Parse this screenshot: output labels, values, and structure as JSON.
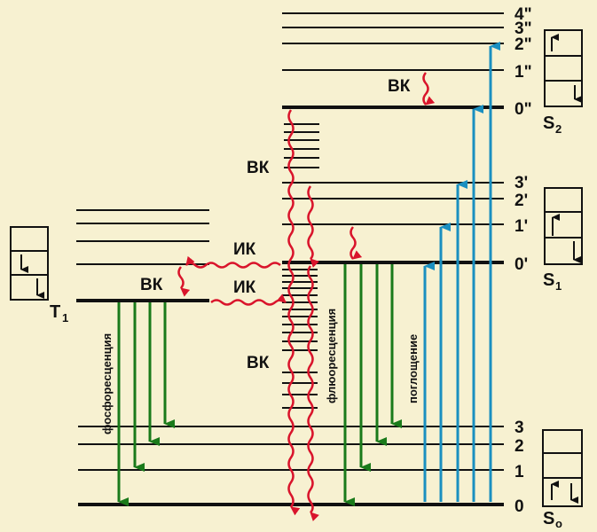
{
  "colors": {
    "background": "#f7f1d1",
    "level": "#111111",
    "nonradiative": "#d9142b",
    "emission": "#1a7a1a",
    "absorption": "#1a8fc0"
  },
  "labels": {
    "vk": "ВК",
    "ik": "ИК",
    "fluorescence": "флюоресценция",
    "phosphorescence": "фосфоресценция",
    "absorption": "поглощение"
  },
  "states": {
    "s0": {
      "name": "S",
      "sub": "o"
    },
    "s1": {
      "name": "S",
      "sub": "1"
    },
    "s2": {
      "name": "S",
      "sub": "2"
    },
    "t1": {
      "name": "T",
      "sub": "1"
    }
  },
  "levels": {
    "s0": [
      "0",
      "1",
      "2",
      "3"
    ],
    "s1": [
      "0'",
      "1'",
      "2'",
      "3'"
    ],
    "s2": [
      "0\"",
      "1\"",
      "2\"",
      "3\"",
      "4\""
    ]
  }
}
